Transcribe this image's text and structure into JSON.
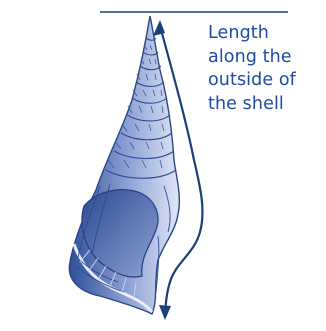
{
  "annotation": {
    "lines": [
      "Length",
      "along the",
      "outside of",
      "the shell"
    ]
  },
  "colors": {
    "ink": "#1f4aa8",
    "arrow": "#1a3f7a",
    "shell_dark": "#3b5aa0",
    "shell_light": "#c9d3ea"
  },
  "icons": {
    "shell": "seashell-illustration",
    "measure": "curved-double-arrow"
  }
}
